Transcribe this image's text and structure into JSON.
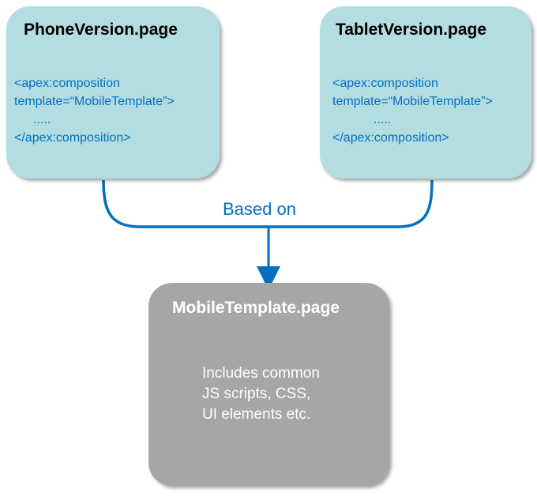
{
  "phone_page": {
    "title": "PhoneVersion.page",
    "code_lines": [
      "<apex:composition",
      "template=“MobileTemplate”>",
      ".....",
      "</apex:composition>"
    ]
  },
  "tablet_page": {
    "title": "TabletVersion.page",
    "code_lines": [
      "<apex:composition",
      "template=“MobileTemplate”>",
      ".....",
      "</apex:composition>"
    ]
  },
  "connector": {
    "label": "Based on",
    "color": "#0070c0"
  },
  "mobile_template": {
    "title": "MobileTemplate.page",
    "description_lines": [
      "Includes common",
      "JS scripts, CSS,",
      "UI elements etc."
    ]
  },
  "colors": {
    "page_box_fill": "#b4dde2",
    "template_box_fill": "#a6a6a6",
    "code_text": "#0070c0"
  }
}
